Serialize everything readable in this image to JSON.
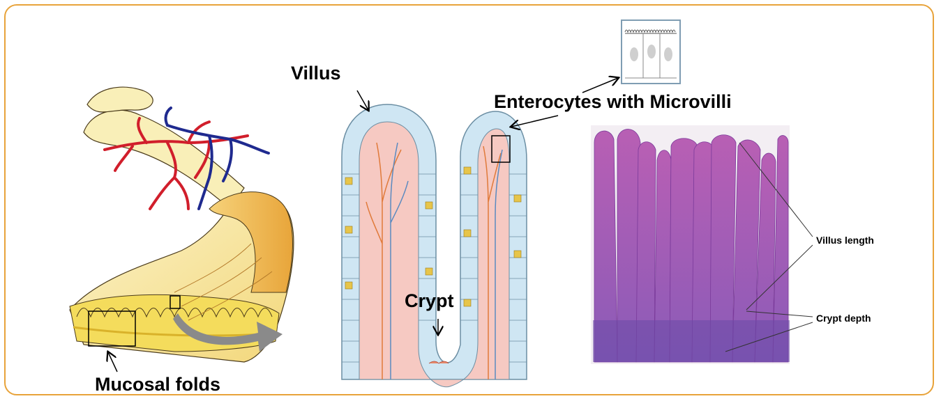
{
  "labels": {
    "villus": "Villus",
    "enterocytes": "Enterocytes with Microvilli",
    "crypt": "Crypt",
    "mucosal_folds": "Mucosal folds",
    "villus_length": "Villus length",
    "crypt_depth": "Crypt depth"
  },
  "colors": {
    "frame": "#e8a33a",
    "artery": "#d11e2b",
    "vein": "#1f2a8f",
    "intestine_wall": "#f6e9a6",
    "intestine_inner": "#f1c25a",
    "epithelium": "#cfe6f3",
    "lamina": "#f6c9c2",
    "histology_bg": "#c86fb8",
    "histology_dark": "#6a4aa8"
  },
  "icons": [
    "large-arrow-icon"
  ]
}
